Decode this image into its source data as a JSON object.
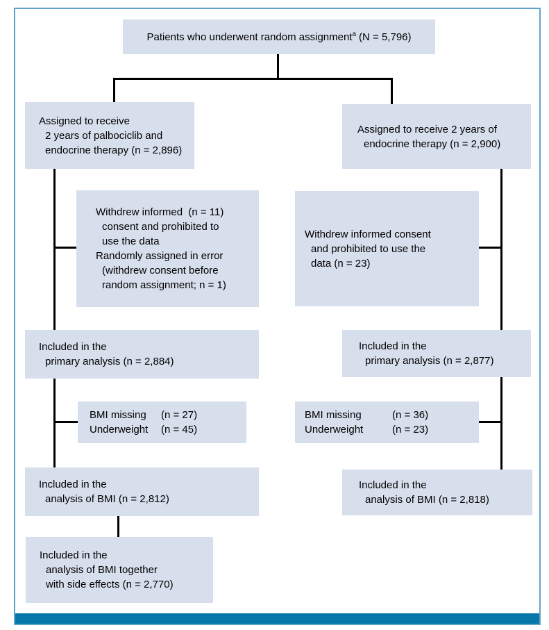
{
  "diagram": {
    "type": "consort-flow-diagram",
    "colors": {
      "box_fill": "#d7deec",
      "connector_line": "#000000",
      "frame_border": "#5fa4ca",
      "footer_bar": "#0776a8"
    },
    "boxes": {
      "randomized": {
        "text": "Patients who underwent random assignment",
        "superscript": "a",
        "n": "(N = 5,796)"
      },
      "assigned_left": {
        "lines": [
          "Assigned to receive",
          "2 years of palbociclib and",
          "endocrine therapy (n = 2,896)"
        ]
      },
      "assigned_right": {
        "lines": [
          "Assigned to receive 2 years of",
          "endocrine therapy (n = 2,900)"
        ]
      },
      "withdrew_left": {
        "lines": [
          "Withdrew informed  (n = 11)",
          "consent and prohibited to",
          "use the data",
          "Randomly assigned in error",
          "(withdrew consent before",
          "random assignment; n = 1)"
        ]
      },
      "withdrew_right": {
        "lines": [
          "Withdrew informed consent",
          "and prohibited to use the",
          "data (n = 23)"
        ]
      },
      "primary_left": {
        "lines": [
          "Included in the",
          "primary analysis (n = 2,884)"
        ]
      },
      "primary_right": {
        "lines": [
          "Included in the",
          "primary analysis (n = 2,877)"
        ]
      },
      "bmi_excluded_left": {
        "rows": [
          {
            "label": "BMI missing",
            "value": "(n = 27)"
          },
          {
            "label": "Underweight",
            "value": "(n = 45)"
          }
        ]
      },
      "bmi_excluded_right": {
        "rows": [
          {
            "label": "BMI missing",
            "value": "(n = 36)"
          },
          {
            "label": "Underweight",
            "value": "(n = 23)"
          }
        ]
      },
      "bmi_left": {
        "lines": [
          "Included in the",
          "analysis of BMI (n = 2,812)"
        ]
      },
      "bmi_right": {
        "lines": [
          "Included in the",
          "analysis of BMI (n = 2,818)"
        ]
      },
      "bmi_side_effects": {
        "lines": [
          "Included in the",
          "analysis of BMI together",
          "with side effects (n = 2,770)"
        ]
      }
    }
  }
}
